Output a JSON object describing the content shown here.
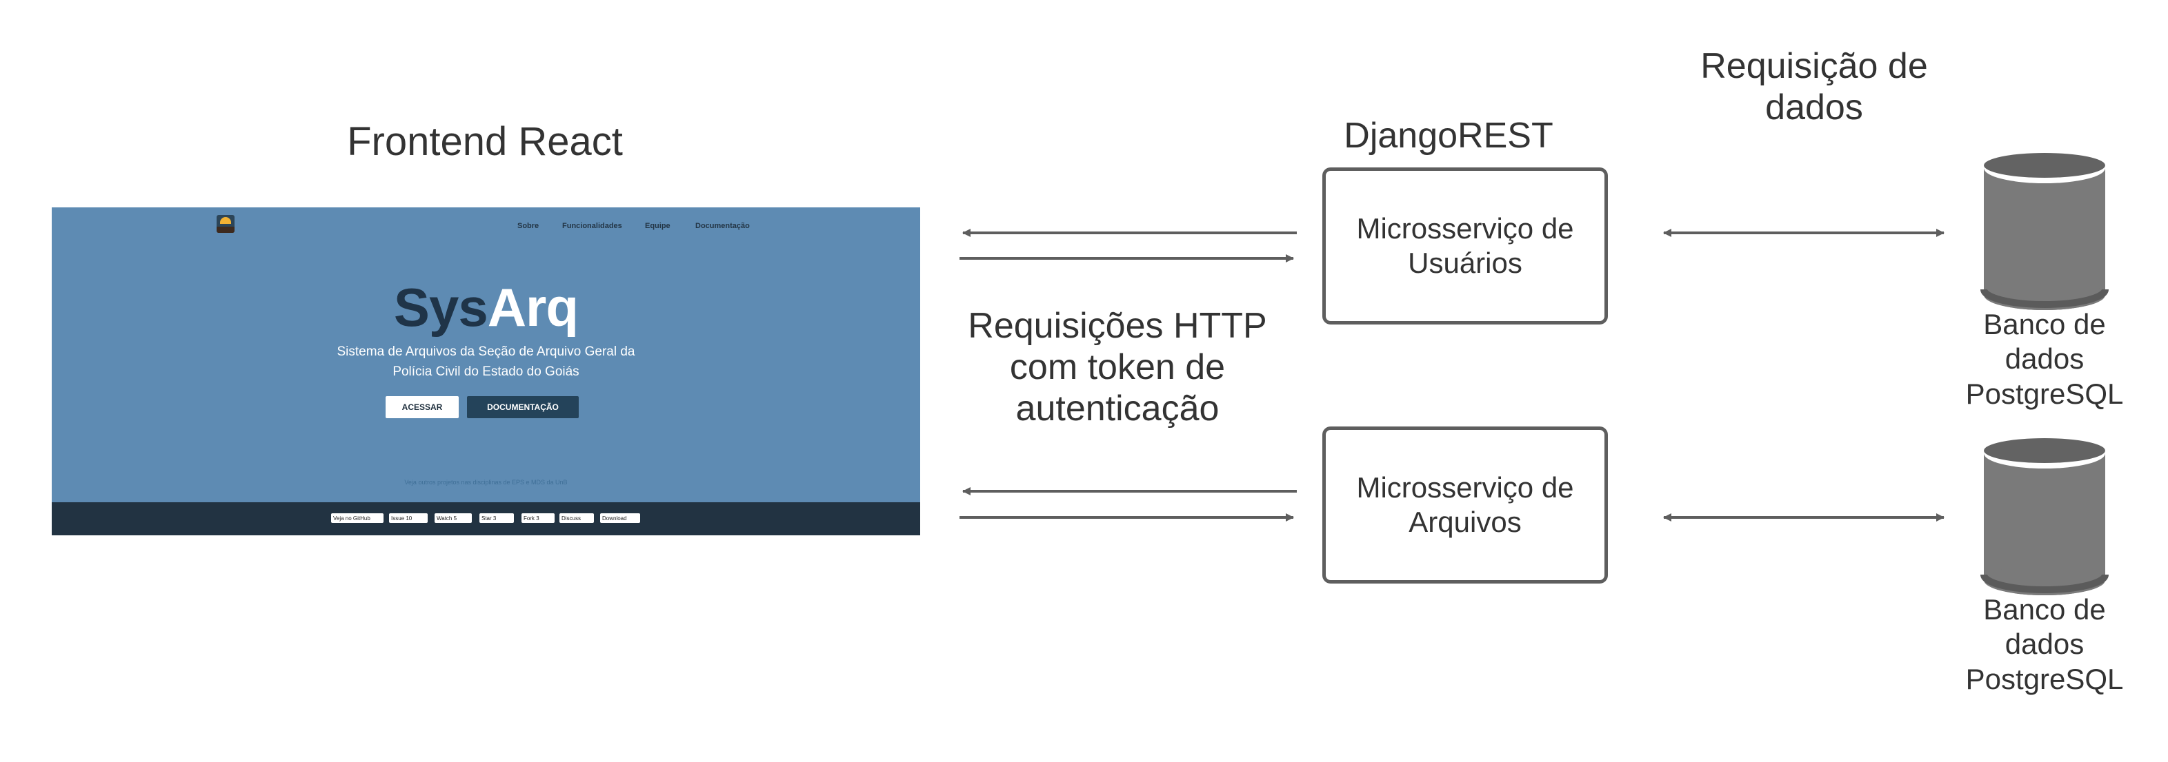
{
  "labels": {
    "frontend": "Frontend React",
    "django": "DjangoREST",
    "http": "Requisições HTTP com token de autenticação",
    "requisicao": "Requisição de dados"
  },
  "services": [
    {
      "name": "Microsserviço de Usuários"
    },
    {
      "name": "Microsserviço de Arquivos"
    }
  ],
  "databases": [
    {
      "label": "Banco de dados PostgreSQL"
    },
    {
      "label": "Banco de dados PostgreSQL"
    }
  ],
  "frontend_screenshot": {
    "nav": [
      "Sobre",
      "Funcionalidades",
      "Equipe",
      "Documentação"
    ],
    "brand_part1": "Sys",
    "brand_part2": "Arq",
    "subtitle_line1": "Sistema de Arquivos da Seção de Arquivo Geral da",
    "subtitle_line2": "Polícia Civil do Estado do Goiás",
    "btn_access": "ACESSAR",
    "btn_docs": "DOCUMENTAÇÃO",
    "footer_link": "Veja outros projetos nas disciplinas de EPS e MDS da UnB",
    "badges": [
      "Veja no GitHub",
      "Issue 10",
      "Watch 5",
      "Star 3",
      "Fork 3",
      "Discuss",
      "Download"
    ]
  },
  "colors": {
    "stroke": "#5e5e5e",
    "db_body": "#7a7a7a",
    "db_dark": "#5b5b5b",
    "frontend_bg": "#5e8bb3",
    "frontend_footer": "#223342"
  }
}
